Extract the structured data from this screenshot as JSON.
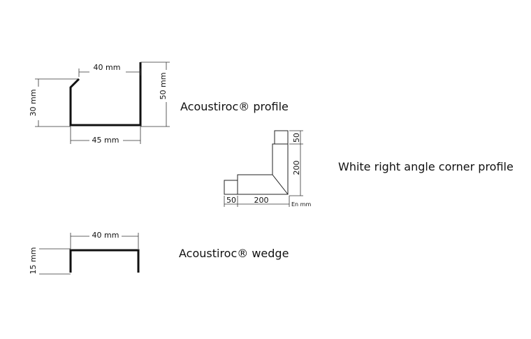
{
  "profile": {
    "caption": "Acoustiroc® profile",
    "dims": {
      "top": "40 mm",
      "bottom": "45 mm",
      "left": "30 mm",
      "right": "50 mm"
    }
  },
  "corner": {
    "caption": "White right angle corner profile",
    "dims": {
      "bottom_small": "50",
      "bottom_large": "200",
      "right_large": "200",
      "right_small": "50",
      "unit": "En mm"
    }
  },
  "wedge": {
    "caption": "Acoustiroc® wedge",
    "dims": {
      "top": "40 mm",
      "left": "15 mm"
    }
  }
}
